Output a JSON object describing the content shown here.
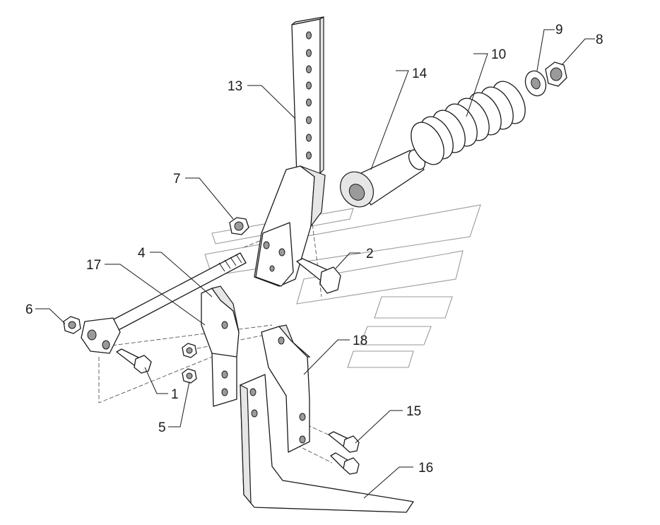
{
  "callouts": {
    "c1": "1",
    "c2": "2",
    "c4": "4",
    "c5": "5",
    "c6": "6",
    "c7": "7",
    "c8": "8",
    "c9": "9",
    "c10": "10",
    "c13": "13",
    "c14": "14",
    "c15": "15",
    "c16": "16",
    "c17": "17",
    "c18": "18"
  }
}
